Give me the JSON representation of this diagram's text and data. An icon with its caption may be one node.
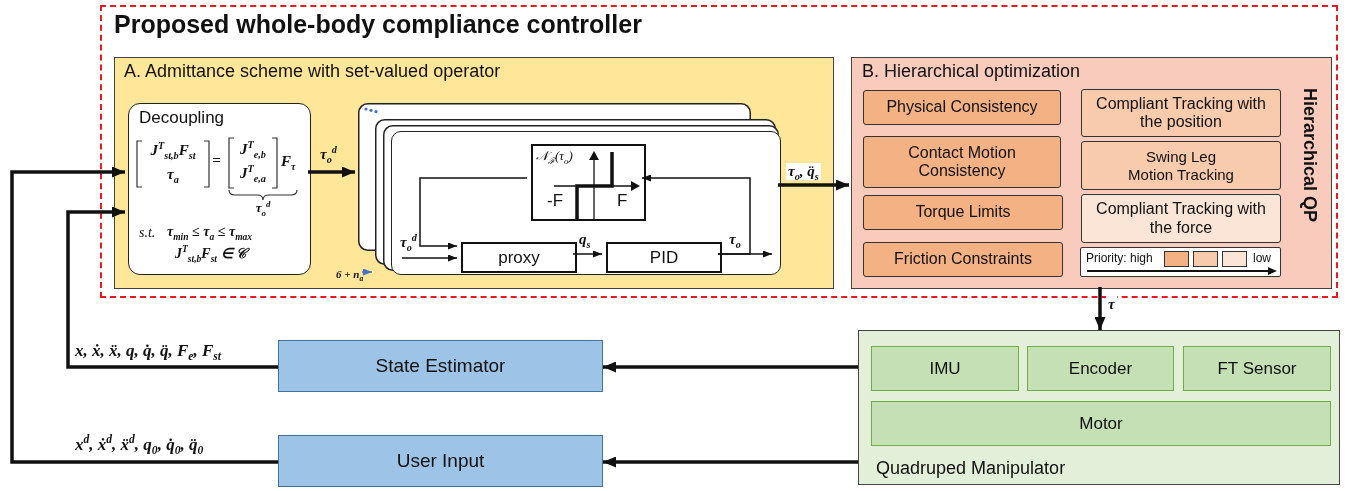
{
  "diagram": {
    "nodes": [
      {
        "text": [
          "Proposed whole-body compliance controller"
        ]
      },
      {
        "text": [
          "A. Admittance scheme with set-valued operator"
        ],
        "in": 0
      },
      {
        "text": [
          "Decoupling",
          "J$^{T}$$_{st,b}$F$_{st}$",
          "τ$_{a}$",
          "=",
          "J$^{T}$$_{e,b}$",
          "J$^{T}$$_{e,a}$",
          "F$_{τ}$",
          "τ$_{o}$$^{d}$",
          "s.t.",
          "τ$_{min}$ ≤ τ$_{a}$ ≤ τ$_{max}$",
          "J$^{T}$$_{st,b}$F$_{st}$ ∈ 𝒞"
        ],
        "in": 1
      },
      {
        "text": [],
        "shape": "box",
        "in": 1
      },
      {
        "text": [],
        "shape": "box",
        "in": 3
      },
      {
        "text": [
          "𝒩$_{ℱ}$(τ$_{o}$)",
          "-F",
          "F"
        ],
        "in": 4
      },
      {
        "text": [
          "proxy"
        ],
        "in": 4
      },
      {
        "text": [
          "PID"
        ],
        "in": 4
      },
      {
        "text": [
          "6 + n$_{a}$"
        ],
        "in": 1
      },
      {
        "text": [
          "B. Hierarchical optimization",
          "Hierarchical QP"
        ],
        "in": 0
      },
      {
        "text": [
          "Physical Consistency"
        ],
        "in": 9
      },
      {
        "text": [
          "Contact Motion Consistency"
        ],
        "in": 9
      },
      {
        "text": [
          "Torque Limits"
        ],
        "in": 9
      },
      {
        "text": [
          "Friction Constraints"
        ],
        "in": 9
      },
      {
        "text": [
          "Compliant Tracking with the position"
        ],
        "in": 9
      },
      {
        "text": [
          "Swing Leg Motion Tracking"
        ],
        "in": 9
      },
      {
        "text": [
          "Compliant Tracking with the force"
        ],
        "in": 9
      },
      {
        "text": [
          "Priority: high",
          "low"
        ],
        "in": 9
      },
      {
        "text": [
          "Quadruped Manipulator"
        ]
      },
      {
        "text": [
          "IMU"
        ],
        "in": 18
      },
      {
        "text": [
          "Encoder"
        ],
        "in": 18
      },
      {
        "text": [
          "FT Sensor"
        ],
        "in": 18
      },
      {
        "text": [
          "Motor"
        ],
        "in": 18
      },
      {
        "text": [
          "State Estimator"
        ]
      },
      {
        "text": [
          "User Input"
        ]
      }
    ],
    "edges": [
      {
        "from": 2,
        "to": 3,
        "arrow": "to",
        "label": "τ$_{o}$$^{d}$"
      },
      {
        "from": 4,
        "to": 9,
        "arrow": "to",
        "label": "τ$_{o}$, q̈$_{s}$"
      },
      {
        "from": 9,
        "to": 18,
        "arrow": "to",
        "label": "τ"
      },
      {
        "from": 18,
        "to": 23,
        "arrow": "to"
      },
      {
        "from": 18,
        "to": 24,
        "arrow": "to"
      },
      {
        "from": 23,
        "to": 2,
        "arrow": "to",
        "label": "x, ẋ, ẍ, q, q̇, q̈, F$_{e}$, F$_{st}$"
      },
      {
        "from": 24,
        "to": 2,
        "arrow": "to",
        "label": "x$^{d}$, ẋ$^{d}$, ẍ$^{d}$, q$_{0}$, q̇$_{0}$, q̈$_{0}$"
      },
      {
        "from": 8,
        "to": 3,
        "arrow": "to",
        "color": "#4472c4"
      },
      {
        "from": null,
        "to": 6,
        "arrow": "to",
        "label": "τ$_{o}$$^{d}$"
      },
      {
        "from": 5,
        "to": 6,
        "arrow": "to"
      },
      {
        "from": 6,
        "to": 7,
        "arrow": "to",
        "label": "q$_{s}$"
      },
      {
        "from": 7,
        "to": null,
        "arrow": "to",
        "label": "τ$_{o}$"
      },
      {
        "from": 7,
        "to": 5,
        "arrow": "to"
      }
    ]
  }
}
